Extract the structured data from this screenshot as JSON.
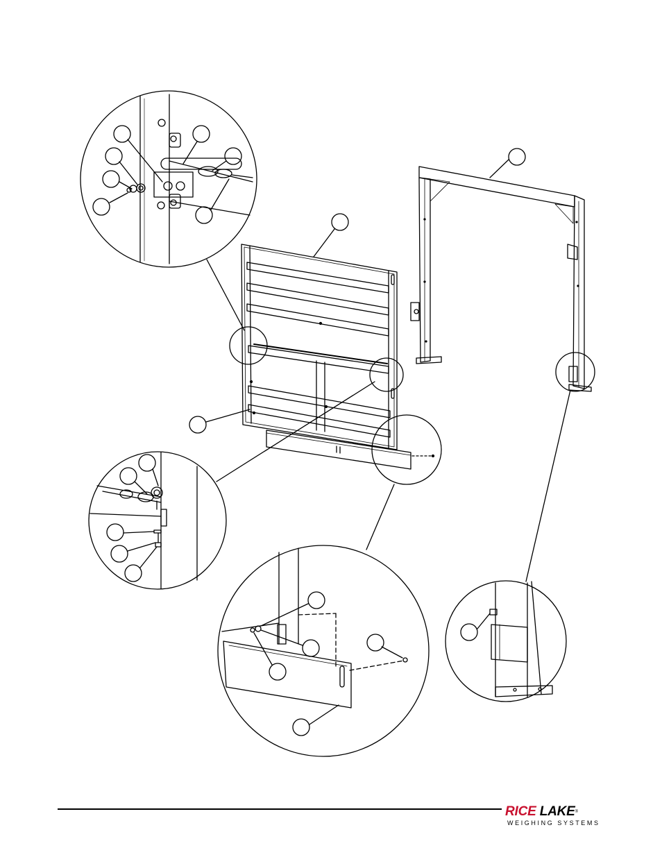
{
  "diagram": {
    "balloon_callouts": 21,
    "detail_circles": 5,
    "line_color": "#000000"
  },
  "footer": {
    "brand_main": "RICE LAKE",
    "brand_sub": "WEIGHING SYSTEMS",
    "brand_color": "#c8102e",
    "registered": "®"
  }
}
